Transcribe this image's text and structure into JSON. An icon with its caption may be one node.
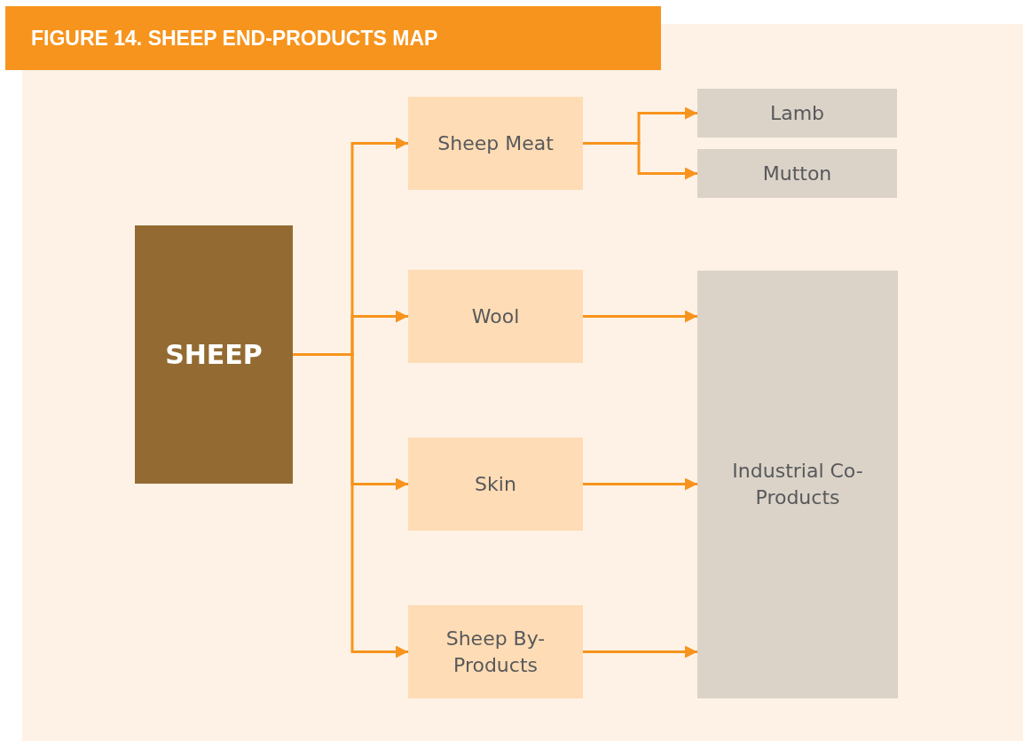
{
  "diagram": {
    "title": "FIGURE 14. SHEEP END-PRODUCTS MAP",
    "nodes": [
      {
        "text": [
          "SHEEP"
        ]
      },
      {
        "text": [
          "Sheep Meat"
        ]
      },
      {
        "text": [
          "Wool"
        ]
      },
      {
        "text": [
          "Skin"
        ]
      },
      {
        "text": [
          "Sheep By-Products"
        ]
      },
      {
        "text": [
          "Lamb"
        ]
      },
      {
        "text": [
          "Mutton"
        ]
      },
      {
        "text": [
          "Industrial Co-Products"
        ]
      }
    ],
    "edges": [
      {
        "from": 0,
        "to": 1,
        "arrow": "to"
      },
      {
        "from": 0,
        "to": 2,
        "arrow": "to"
      },
      {
        "from": 0,
        "to": 3,
        "arrow": "to"
      },
      {
        "from": 0,
        "to": 4,
        "arrow": "to"
      },
      {
        "from": 1,
        "to": 5,
        "arrow": "to"
      },
      {
        "from": 1,
        "to": 6,
        "arrow": "to"
      },
      {
        "from": 2,
        "to": 7,
        "arrow": "to"
      },
      {
        "from": 3,
        "to": 7,
        "arrow": "to"
      },
      {
        "from": 4,
        "to": 7,
        "arrow": "to"
      }
    ]
  }
}
